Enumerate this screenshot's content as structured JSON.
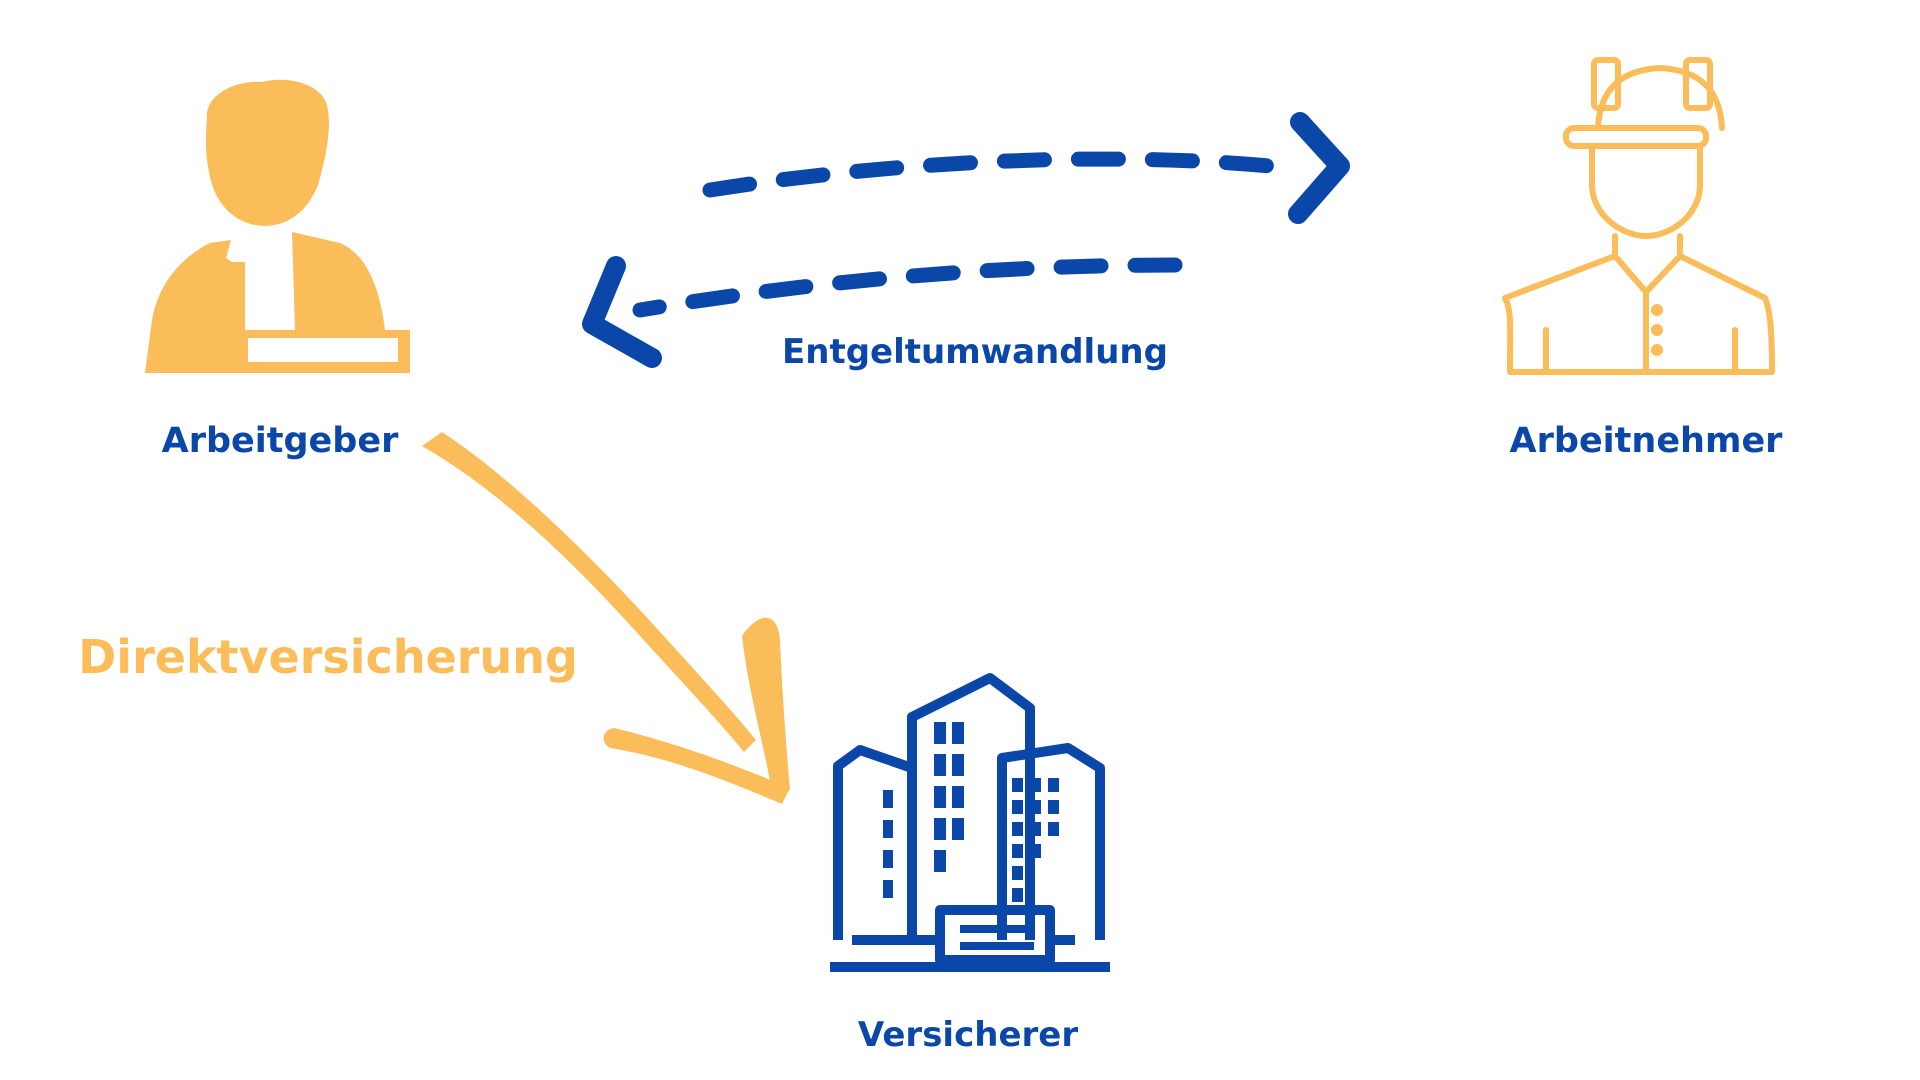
{
  "diagram": {
    "nodes": {
      "employer": {
        "label": "Arbeitgeber",
        "icon": "businessman-icon"
      },
      "employee": {
        "label": "Arbeitnehmer",
        "icon": "construction-worker-icon"
      },
      "insurer": {
        "label": "Versicherer",
        "icon": "office-building-icon"
      }
    },
    "edges": {
      "salary_conversion": {
        "label": "Entgeltumwandlung",
        "from": "employer",
        "to": "employee",
        "bidirectional": true,
        "style": "dashed"
      },
      "direct_insurance": {
        "label": "Direktversicherung",
        "from": "employer",
        "to": "insurer",
        "style": "brush-stroke"
      }
    }
  },
  "colors": {
    "blue": "#0a47a9",
    "gold": "#fbbc5a",
    "background": "#ffffff"
  }
}
